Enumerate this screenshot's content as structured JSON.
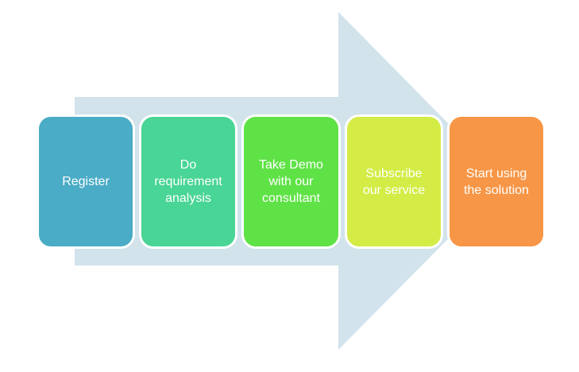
{
  "diagram": {
    "arrow_color": "#d2e3ec",
    "steps": [
      {
        "label": "Register",
        "color": "#4aacc6"
      },
      {
        "label": "Do\nrequirement\nanalysis",
        "color": "#48d595"
      },
      {
        "label": "Take Demo\nwith our\nconsultant",
        "color": "#5fe246"
      },
      {
        "label": "Subscribe\nour service",
        "color": "#d4ec45"
      },
      {
        "label": "Start using\nthe solution",
        "color": "#f79646"
      }
    ]
  }
}
